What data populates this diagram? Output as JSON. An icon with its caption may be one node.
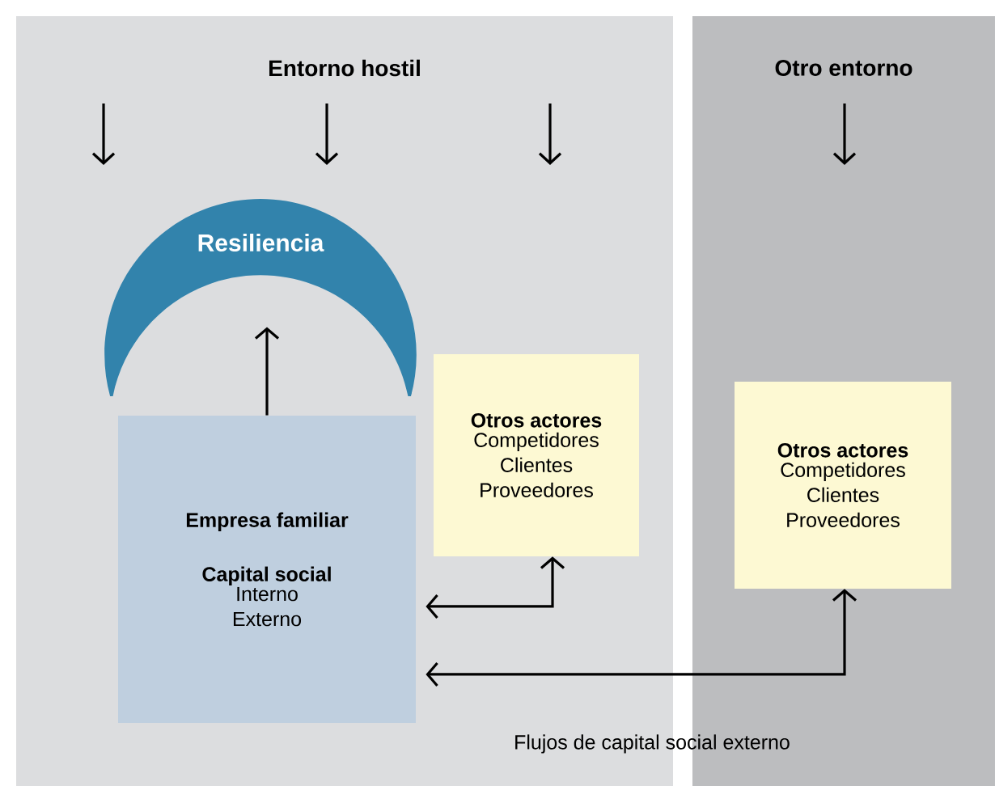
{
  "diagram": {
    "nodes": [
      {
        "text": [
          "Entorno hostil"
        ]
      },
      {
        "text": [
          "Otro entorno"
        ]
      },
      {
        "text": [
          "Resiliencia"
        ],
        "in": 0
      },
      {
        "text": [
          "Empresa familiar",
          "Capital social",
          "Interno Externo"
        ],
        "in": 0
      },
      {
        "text": [
          "Otros actores",
          "Competidores Clientes Proveedores"
        ],
        "in": 0
      },
      {
        "text": [
          "Otros actores",
          "Competidores Clientes Proveedores"
        ],
        "in": 1
      }
    ],
    "edges": [
      {
        "from": 3,
        "to": 2,
        "arrow": "to"
      },
      {
        "from": 4,
        "to": 3,
        "arrow": "both"
      },
      {
        "from": 5,
        "to": 3,
        "arrow": "both"
      }
    ],
    "labels": [
      "Flujos de capital social externo"
    ]
  }
}
